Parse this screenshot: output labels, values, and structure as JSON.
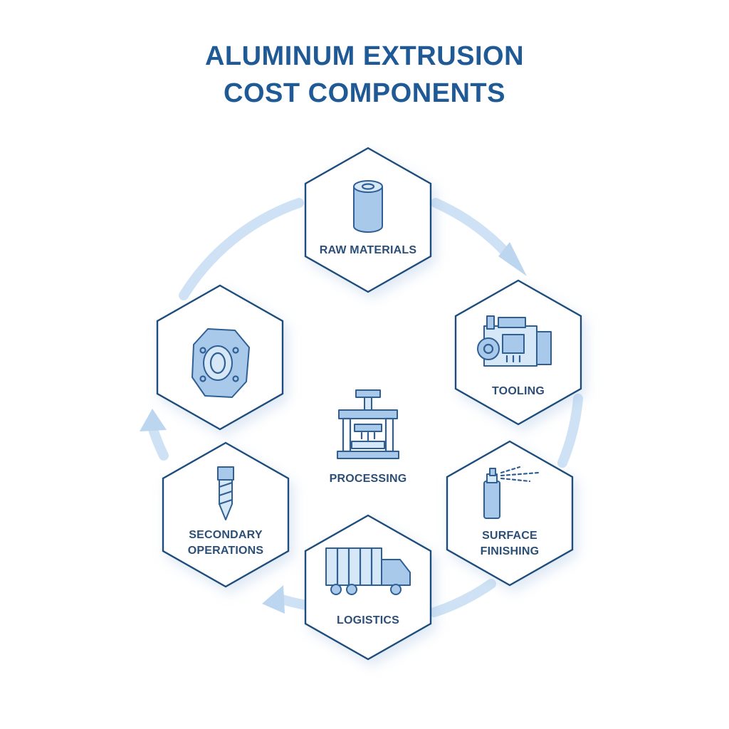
{
  "title": {
    "line1": "ALUMINUM EXTRUSION",
    "line2": "COST COMPONENTS"
  },
  "nodes": {
    "raw_materials": {
      "label": "RAW MATERIALS",
      "icon": "aluminum-billet-icon"
    },
    "tooling": {
      "label": "TOOLING",
      "icon": "machine-gear-icon"
    },
    "surface_finishing": {
      "label_line1": "SURFACE",
      "label_line2": "FINISHING",
      "icon": "spray-can-icon"
    },
    "logistics": {
      "label": "LOGISTICS",
      "icon": "truck-icon"
    },
    "secondary_operations": {
      "label_line1": "SECONDARY",
      "label_line2": "OPERATIONS",
      "icon": "drill-bit-icon"
    },
    "die": {
      "icon": "extrusion-die-icon"
    },
    "processing": {
      "label": "PROCESSING",
      "icon": "extrusion-press-icon"
    }
  },
  "colors": {
    "title": "#1f5a96",
    "hex_outline": "#1e4d7b",
    "icon_stroke": "#2f5f94",
    "icon_fill": "#a9c9ea",
    "cycle_arrow": "#cfe2f5"
  }
}
